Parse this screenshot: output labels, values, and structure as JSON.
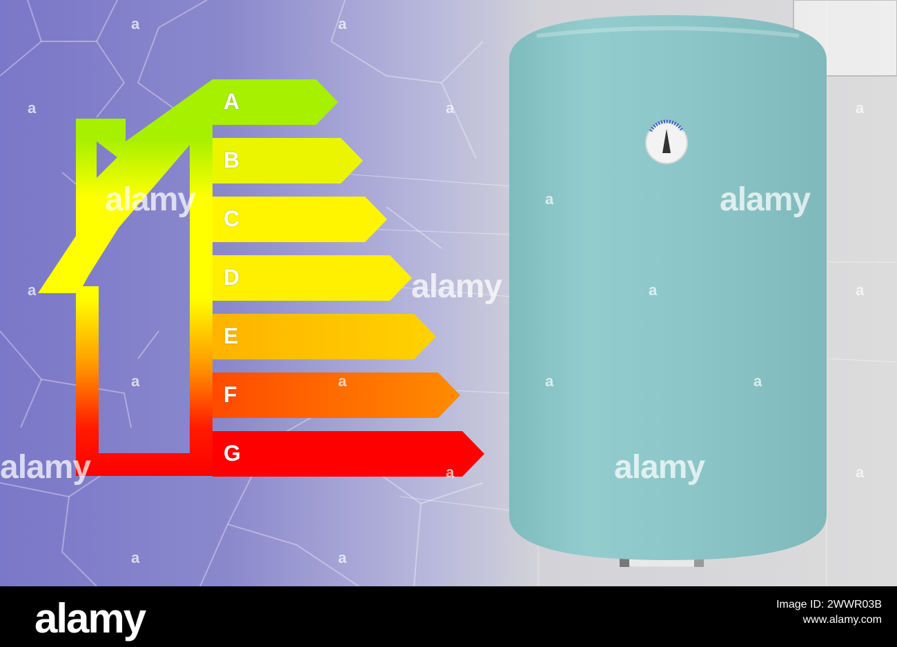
{
  "rating": {
    "classes": [
      {
        "letter": "A",
        "color": "#a6f000"
      },
      {
        "letter": "B",
        "color": "#ecf500"
      },
      {
        "letter": "C",
        "color": "#fff500"
      },
      {
        "letter": "D",
        "color": "#ffef00"
      },
      {
        "letter": "E",
        "color": "#ffc400"
      },
      {
        "letter": "F",
        "color": "#ff6a00"
      },
      {
        "letter": "G",
        "color": "#ff0000"
      }
    ]
  },
  "watermark": {
    "text": "alamy",
    "small": "a"
  },
  "footer": {
    "logo": "alamy",
    "image_id_label": "Image ID: 2WWR03B",
    "site": "www.alamy.com"
  },
  "colors": {
    "tank": "#8cc7c8",
    "house_top": "#a6f000",
    "house_mid": "#ffff00",
    "house_bottom": "#ff0000"
  }
}
